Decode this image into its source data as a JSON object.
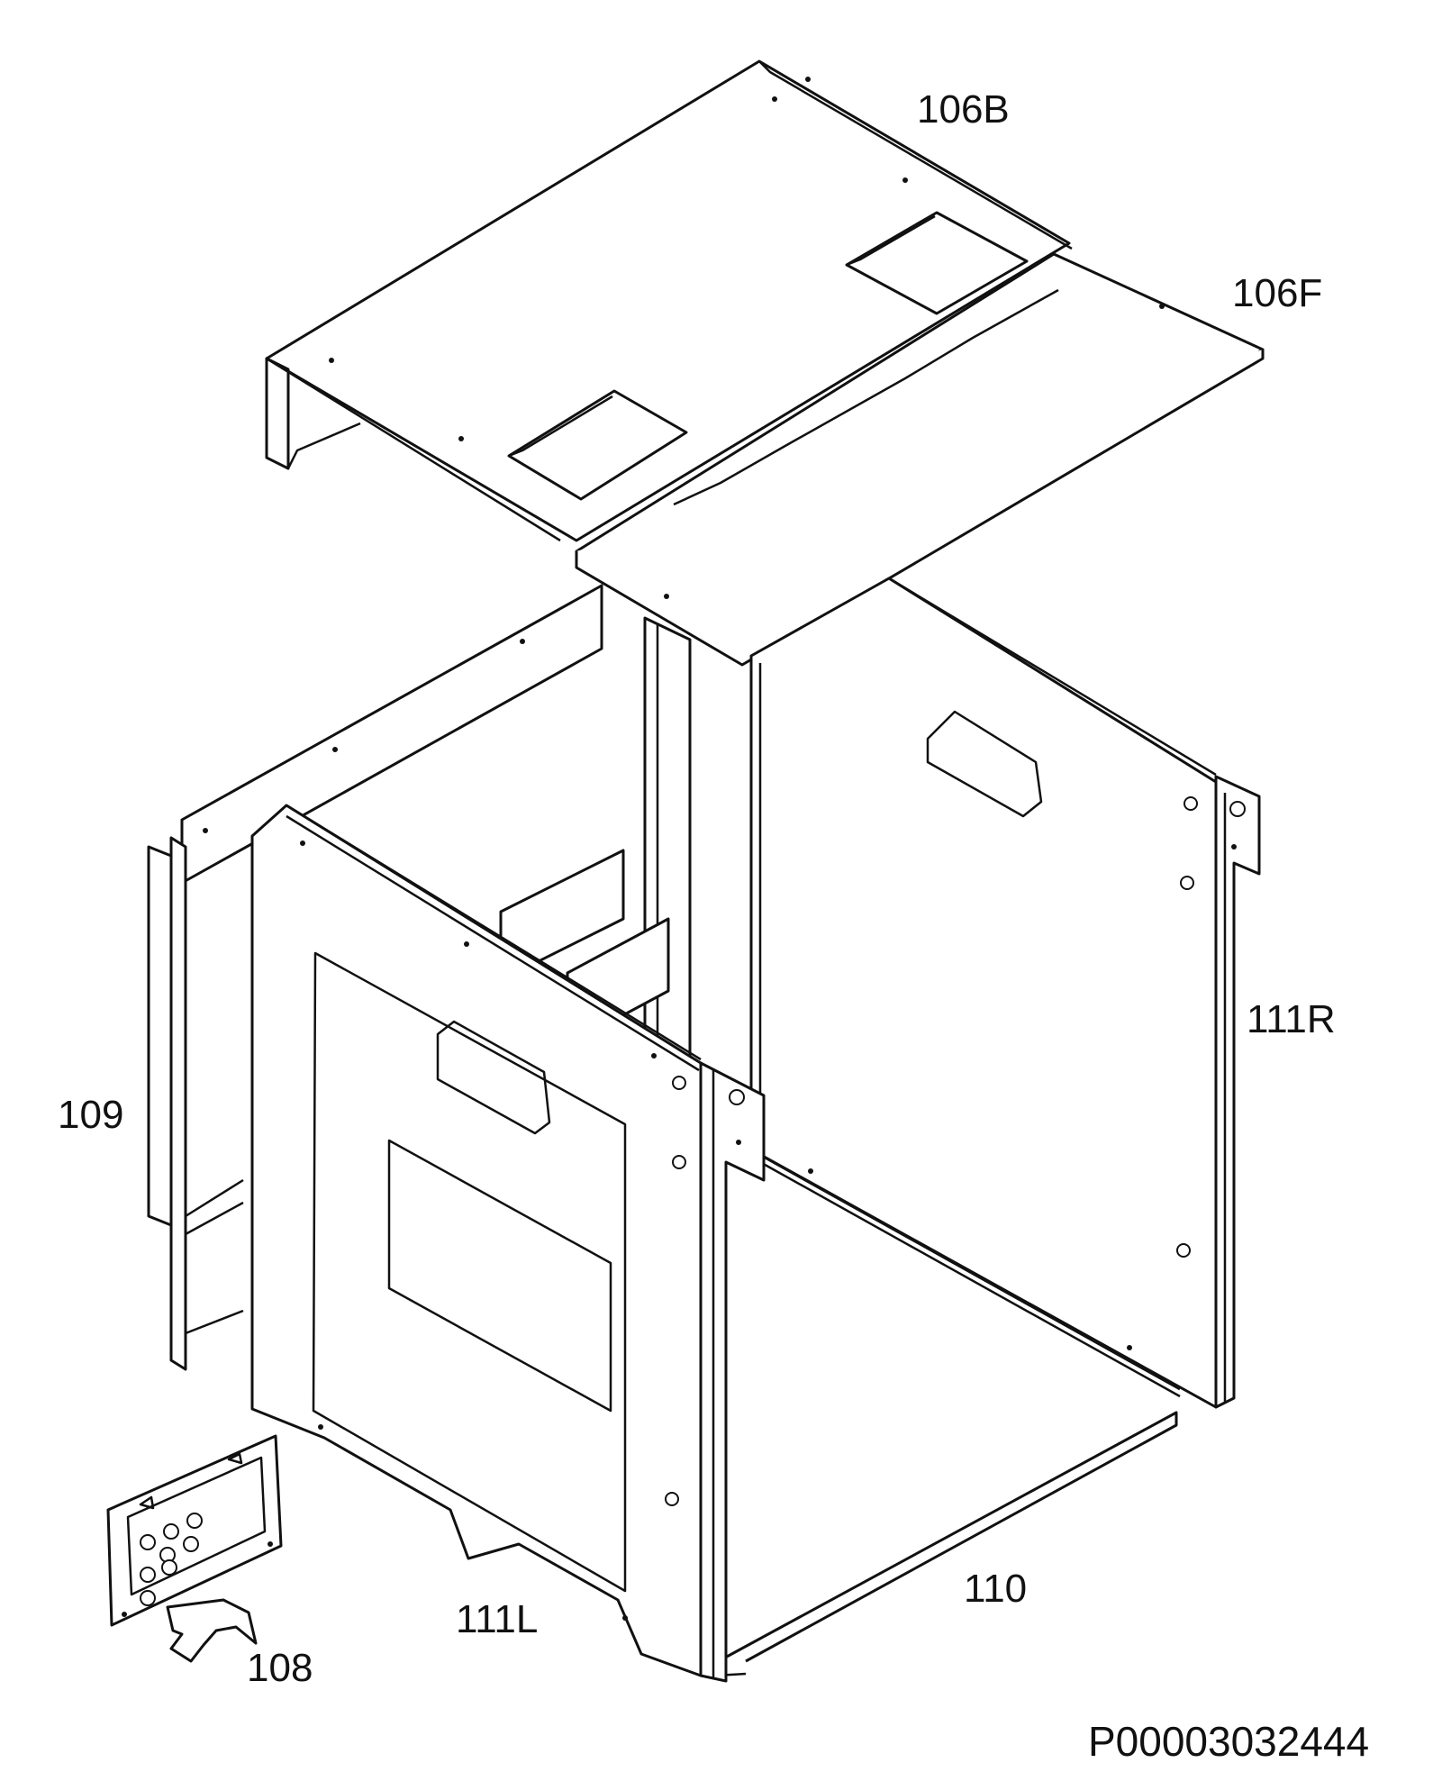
{
  "labels": {
    "top_back": "106B",
    "top_front": "106F",
    "right_side": "111R",
    "left_panel": "109",
    "left_side": "111L",
    "bottom": "110",
    "control_bracket": "108"
  },
  "document_id": "P00003032444"
}
